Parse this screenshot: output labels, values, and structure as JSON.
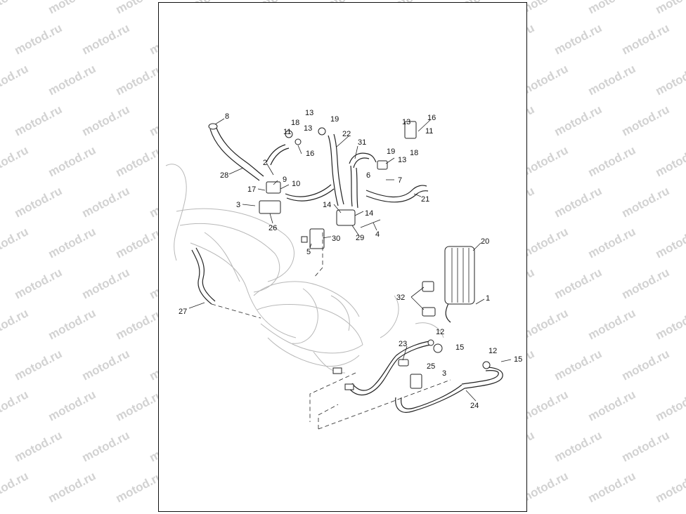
{
  "watermark": {
    "text": "motod.ru"
  },
  "callouts": [
    {
      "id": "8",
      "label": "8"
    },
    {
      "id": "28",
      "label": "28"
    },
    {
      "id": "2",
      "label": "2"
    },
    {
      "id": "9",
      "label": "9"
    },
    {
      "id": "10",
      "label": "10"
    },
    {
      "id": "17",
      "label": "17"
    },
    {
      "id": "3a",
      "label": "3"
    },
    {
      "id": "26",
      "label": "26"
    },
    {
      "id": "18a",
      "label": "18"
    },
    {
      "id": "11a",
      "label": "11"
    },
    {
      "id": "13a",
      "label": "13"
    },
    {
      "id": "13b",
      "label": "13"
    },
    {
      "id": "16a",
      "label": "16"
    },
    {
      "id": "19a",
      "label": "19"
    },
    {
      "id": "22",
      "label": "22"
    },
    {
      "id": "31",
      "label": "31"
    },
    {
      "id": "13c",
      "label": "13"
    },
    {
      "id": "16b",
      "label": "16"
    },
    {
      "id": "11b",
      "label": "11"
    },
    {
      "id": "18b",
      "label": "18"
    },
    {
      "id": "19b",
      "label": "19"
    },
    {
      "id": "13d",
      "label": "13"
    },
    {
      "id": "6",
      "label": "6"
    },
    {
      "id": "7",
      "label": "7"
    },
    {
      "id": "21",
      "label": "21"
    },
    {
      "id": "14a",
      "label": "14"
    },
    {
      "id": "14b",
      "label": "14"
    },
    {
      "id": "4",
      "label": "4"
    },
    {
      "id": "29",
      "label": "29"
    },
    {
      "id": "30",
      "label": "30"
    },
    {
      "id": "5",
      "label": "5"
    },
    {
      "id": "27",
      "label": "27"
    },
    {
      "id": "20",
      "label": "20"
    },
    {
      "id": "1",
      "label": "1"
    },
    {
      "id": "32",
      "label": "32"
    },
    {
      "id": "12a",
      "label": "12"
    },
    {
      "id": "15a",
      "label": "15"
    },
    {
      "id": "23",
      "label": "23"
    },
    {
      "id": "12b",
      "label": "12"
    },
    {
      "id": "15b",
      "label": "15"
    },
    {
      "id": "25",
      "label": "25"
    },
    {
      "id": "3b",
      "label": "3"
    },
    {
      "id": "24",
      "label": "24"
    }
  ]
}
